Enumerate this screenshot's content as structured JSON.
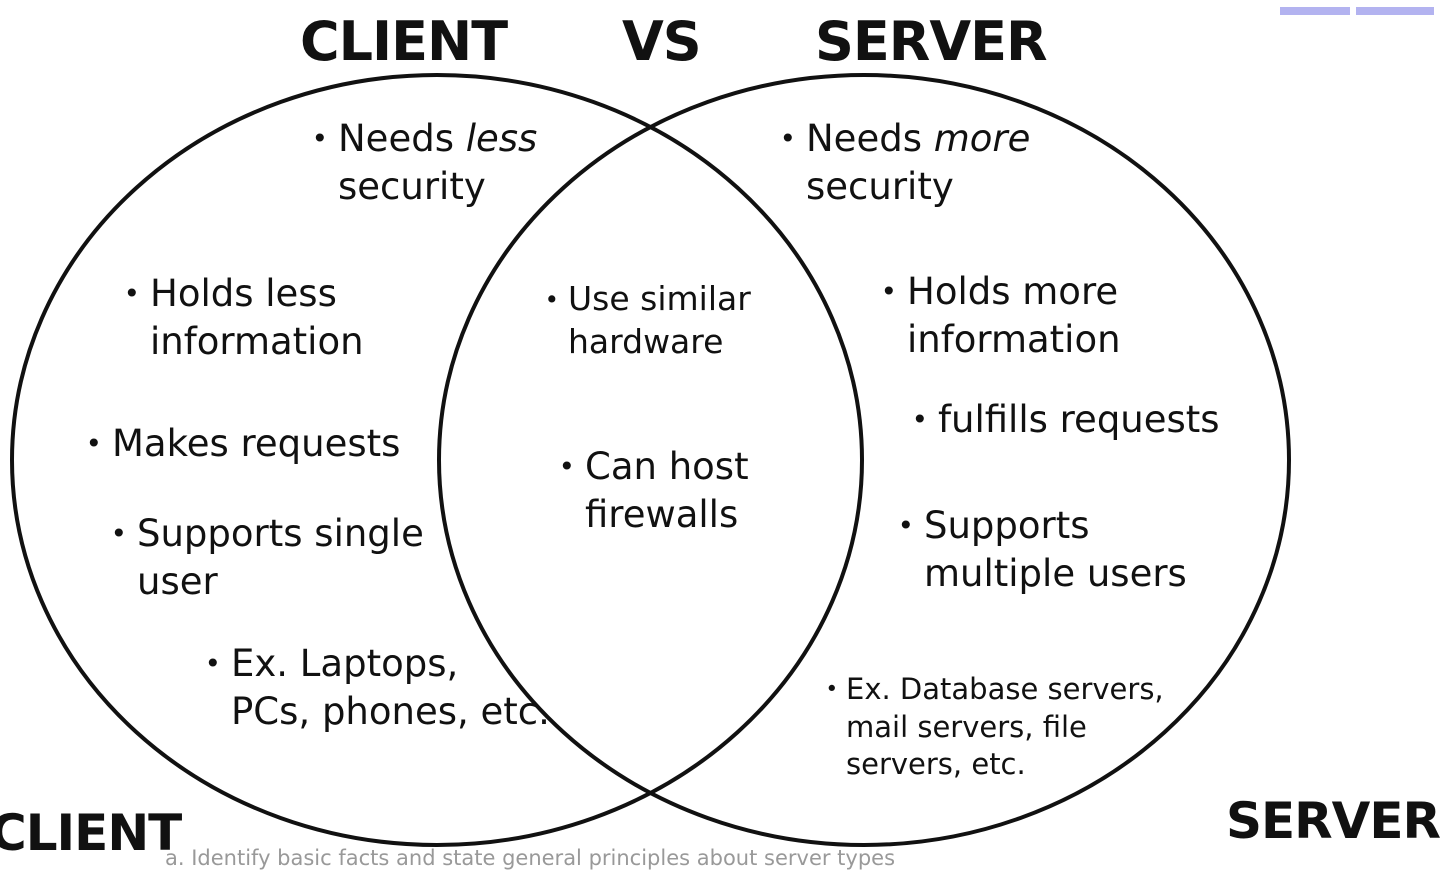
{
  "titles": {
    "left": "CLIENT",
    "middle": "VS",
    "right": "SERVER"
  },
  "client_items": [
    {
      "line1": "Needs ",
      "emph": "less",
      "line2": "security"
    },
    {
      "line1": "Holds less",
      "line2": "information"
    },
    {
      "line1": "Makes requests",
      "line2": ""
    },
    {
      "line1": "Supports single",
      "line2": "user"
    },
    {
      "line1": "Ex. Laptops,",
      "line2": "PCs, phones, etc."
    }
  ],
  "shared_items": [
    {
      "line1": "Use similar",
      "line2": "hardware"
    },
    {
      "line1": "Can host",
      "line2": "firewalls"
    }
  ],
  "server_items": [
    {
      "line1": "Needs ",
      "emph": "more",
      "line2": "security"
    },
    {
      "line1": "Holds more",
      "line2": "information"
    },
    {
      "line1": "fulfills requests",
      "line2": ""
    },
    {
      "line1": "Supports",
      "line2": "multiple users"
    },
    {
      "line1": "Ex. Database servers,",
      "line2": "mail servers, file",
      "line3": "servers, etc."
    }
  ],
  "corner_labels": {
    "left": "CLIENT",
    "right": "SERVER"
  },
  "footnote": "a.  Identify basic facts and state general principles about server types",
  "colors": {
    "stroke": "#111111",
    "background": "#ffffff",
    "footnote": "#999999",
    "accent": "#b3b3f0"
  }
}
